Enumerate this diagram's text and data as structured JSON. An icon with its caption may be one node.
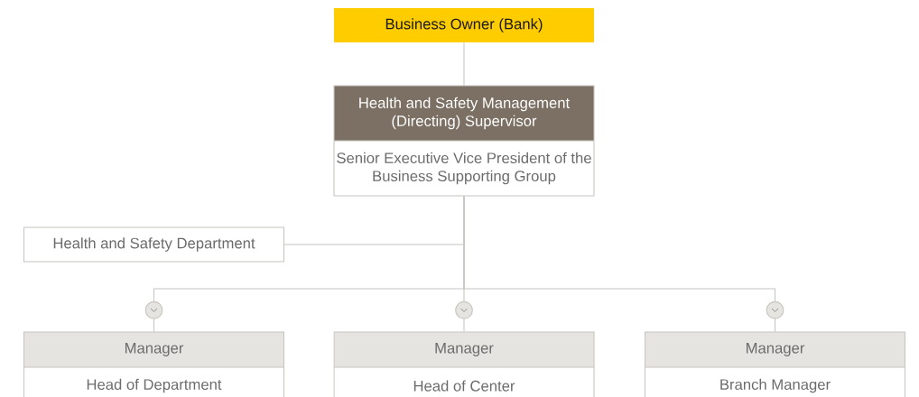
{
  "diagram": {
    "nodes": [
      {
        "text": [
          "Business Owner (Bank)"
        ]
      },
      {
        "text": [
          "Health and Safety Management (Directing) Supervisor",
          "Senior Executive Vice President of the Business Supporting Group"
        ]
      },
      {
        "text": [
          "Health and Safety Department"
        ]
      },
      {
        "text": [
          "Manager",
          "Head of Department"
        ]
      },
      {
        "text": [
          "Manager",
          "Head of Center"
        ]
      },
      {
        "text": [
          "Manager",
          "Branch Manager"
        ]
      }
    ],
    "edges": [
      {
        "from": 0,
        "to": 1,
        "arrow": "none"
      },
      {
        "from": 1,
        "to": 2,
        "arrow": "none"
      },
      {
        "from": 1,
        "to": 3,
        "arrow": "to"
      },
      {
        "from": 1,
        "to": 4,
        "arrow": "to"
      },
      {
        "from": 1,
        "to": 5,
        "arrow": "to"
      }
    ]
  }
}
